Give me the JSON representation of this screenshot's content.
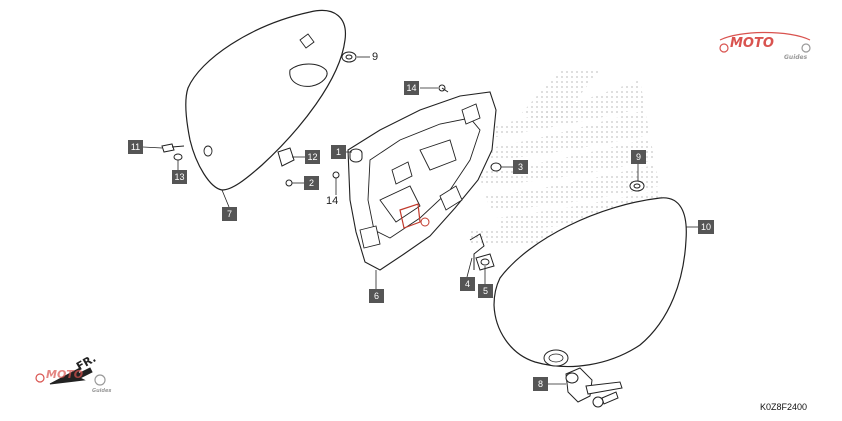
{
  "diagram": {
    "drawing_code": "K0Z8F2400",
    "front_indicator": "FR.",
    "watermark_text": "MOTO",
    "watermark_subtext": "Guides",
    "callouts": [
      {
        "id": "c1",
        "label": "1"
      },
      {
        "id": "c2",
        "label": "2"
      },
      {
        "id": "c3",
        "label": "3"
      },
      {
        "id": "c4",
        "label": "4"
      },
      {
        "id": "c5",
        "label": "5"
      },
      {
        "id": "c6",
        "label": "6"
      },
      {
        "id": "c7",
        "label": "7"
      },
      {
        "id": "c8",
        "label": "8"
      },
      {
        "id": "c9a",
        "label": "9"
      },
      {
        "id": "c9b",
        "label": "9"
      },
      {
        "id": "c10",
        "label": "10"
      },
      {
        "id": "c11",
        "label": "11"
      },
      {
        "id": "c12",
        "label": "12"
      },
      {
        "id": "c13",
        "label": "13"
      },
      {
        "id": "c14a",
        "label": "14"
      },
      {
        "id": "c14b",
        "label": "14"
      }
    ],
    "colors": {
      "callout_fill": "#555555",
      "line": "#222222",
      "watermark_red": "#d9534f",
      "dot_pattern": "#c8c8c8"
    }
  }
}
